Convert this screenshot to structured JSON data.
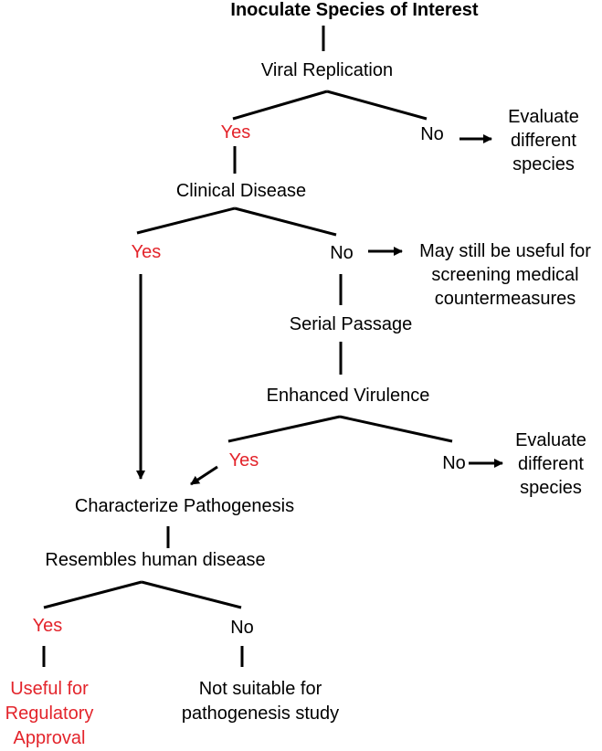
{
  "colors": {
    "text": "#000000",
    "yes": "#e3242b",
    "line": "#000000"
  },
  "nodes": {
    "inoculate": "Inoculate Species of Interest",
    "viral_replication": "Viral Replication",
    "clinical_disease": "Clinical Disease",
    "serial_passage": "Serial Passage",
    "enhanced_virulence": "Enhanced Virulence",
    "characterize_pathogenesis": "Characterize Pathogenesis",
    "resembles_human_disease": "Resembles human disease"
  },
  "branches": {
    "yes": "Yes",
    "no": "No"
  },
  "outcomes": {
    "evaluate_1": [
      "Evaluate",
      "different",
      "species"
    ],
    "screening": [
      "May still be useful for",
      "screening medical",
      "countermeasures"
    ],
    "evaluate_2": [
      "Evaluate",
      "different",
      "species"
    ],
    "regulatory": [
      "Useful for",
      "Regulatory",
      "Approval"
    ],
    "not_suitable": [
      "Not suitable for",
      "pathogenesis study"
    ]
  }
}
